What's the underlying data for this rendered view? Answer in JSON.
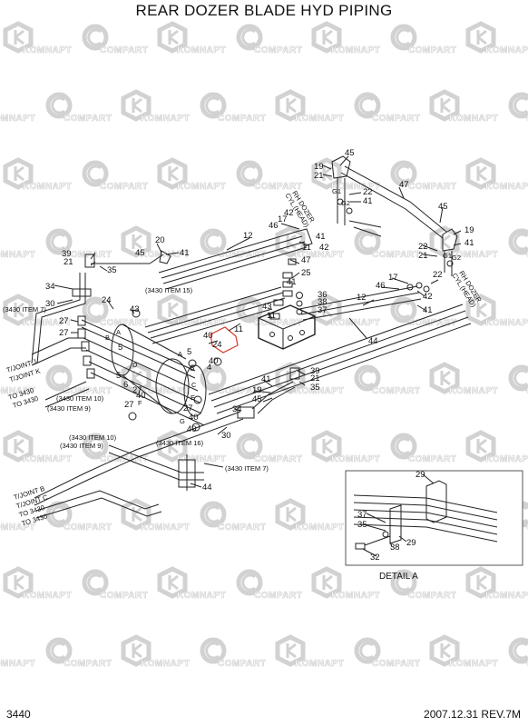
{
  "title": "REAR DOZER BLADE HYD PIPING",
  "page_number": "3440",
  "revision": "2007.12.31  REV.7M",
  "detail_label": "DETAIL  A",
  "watermark": {
    "brand_a": "KOMNAPT",
    "brand_b": "COMPART",
    "color": "#c8c8c8"
  },
  "callouts": [
    "45",
    "19",
    "21",
    "22",
    "41",
    "47",
    "42",
    "17",
    "46",
    "12",
    "11",
    "20",
    "39",
    "35",
    "34",
    "30",
    "24",
    "27",
    "25",
    "36",
    "38",
    "37",
    "43",
    "44",
    "40",
    "5",
    "6",
    "4",
    "32",
    "29",
    "A",
    "B",
    "C",
    "D",
    "E",
    "F",
    "G"
  ],
  "references": {
    "item7_a": "(3430 ITEM 7)",
    "item15": "(3430 ITEM 15)",
    "item10_a": "(3430 ITEM 10)",
    "item9_a": "(3430 ITEM 9)",
    "item10_b": "(3430 ITEM 10)",
    "item9_b": "(3430 ITEM 9)",
    "item16": "(3430 ITEM 16)",
    "item7_b": "(3430 ITEM 7)",
    "tjoint_j": "T/JOINT J",
    "tjoint_k": "T/JOINT K",
    "to3430_a": "TO 3430",
    "to3430_b": "TO 3430",
    "tjoint_b": "T/JOINT B",
    "tjoint_c": "T/JOINT C",
    "to3430_c": "TO 3430",
    "to3430_d": "TO 3430",
    "rh_dozer_cyl_a": "RH DOZER",
    "rh_dozer_cyl_a2": "CYL.(HEAD)",
    "rh_dozer_cyl_b": "RH DOZER",
    "rh_dozer_cyl_b2": "CYL.(HEAD)",
    "port_g1": "G1",
    "port_g2": "G2",
    "port_g3": "G1",
    "port_g4": "G2"
  }
}
